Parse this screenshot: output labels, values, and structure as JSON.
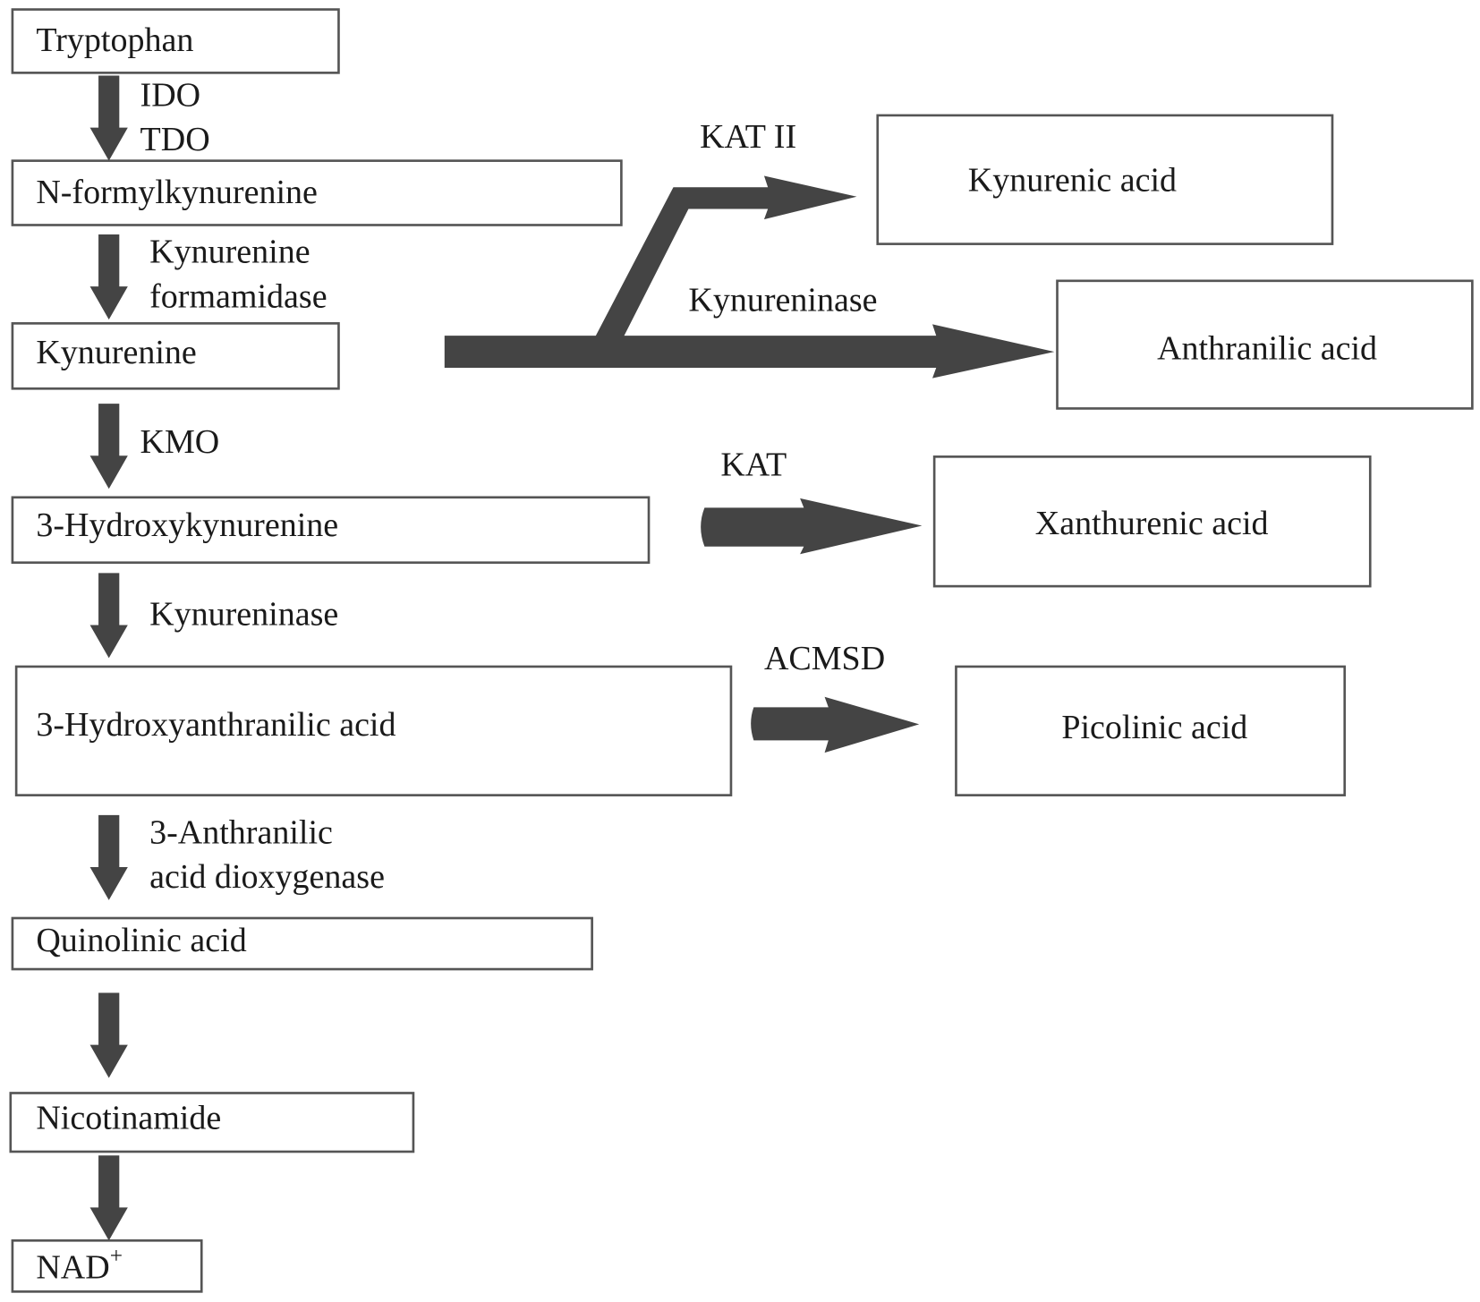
{
  "title": "Kynurenine pathway of tryptophan metabolism",
  "main_chain": [
    {
      "name": "Tryptophan"
    },
    {
      "name": "N-formylkynurenine"
    },
    {
      "name": "Kynurenine"
    },
    {
      "name": "3-Hydroxykynurenine"
    },
    {
      "name": "3-Hydroxyanthranilic acid"
    },
    {
      "name": "Quinolinic acid"
    },
    {
      "name": "Nicotinamide"
    },
    {
      "name": "NAD",
      "superscript": "+"
    }
  ],
  "main_enzymes": {
    "ido": "IDO",
    "tdo": "TDO",
    "formamidase_1": "Kynurenine",
    "formamidase_2": "formamidase",
    "kmo": "KMO",
    "kynureninase": "Kynureninase",
    "dioxygenase_1": "3-Anthranilic",
    "dioxygenase_2": "acid dioxygenase"
  },
  "side_products": {
    "kynurenic_acid": "Kynurenic acid",
    "anthranilic_acid": "Anthranilic acid",
    "xanthurenic_acid": "Xanthurenic acid",
    "picolinic_acid": "Picolinic acid"
  },
  "side_enzymes": {
    "kat2": "KAT II",
    "kynureninase": "Kynureninase",
    "kat": "KAT",
    "acmsd": "ACMSD"
  },
  "colors": {
    "arrow": "#444444",
    "box_border": "#555555"
  }
}
